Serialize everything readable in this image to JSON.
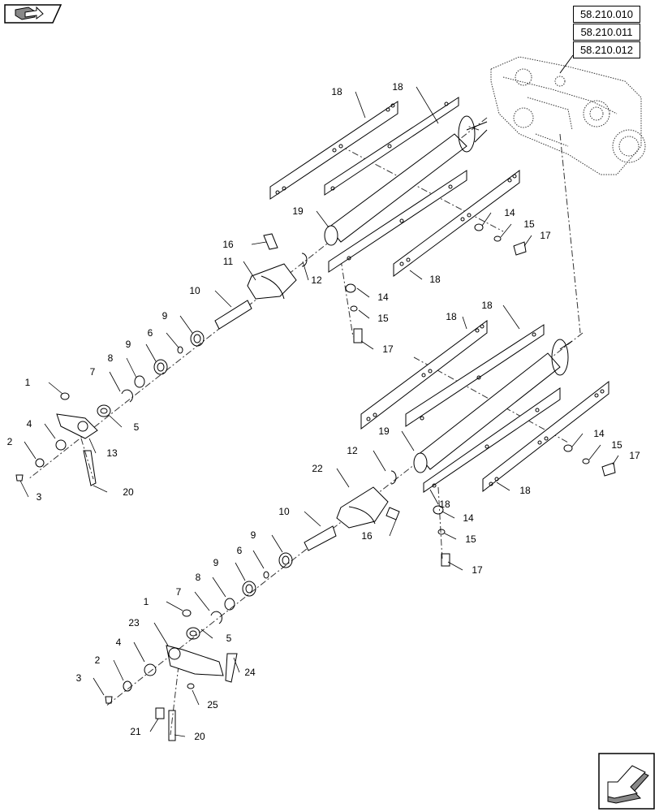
{
  "references": [
    "58.210.010",
    "58.210.011",
    "58.210.012"
  ],
  "callouts": [
    {
      "label": "18",
      "part": "blade"
    },
    {
      "label": "18",
      "part": "blade"
    },
    {
      "label": "19",
      "part": "shaft"
    },
    {
      "label": "16",
      "part": "pin"
    },
    {
      "label": "11",
      "part": "eccentric-hub"
    },
    {
      "label": "12",
      "part": "circlip"
    },
    {
      "label": "10",
      "part": "stub-shaft"
    },
    {
      "label": "9",
      "part": "bearing"
    },
    {
      "label": "6",
      "part": "circlip"
    },
    {
      "label": "9",
      "part": "bearing"
    },
    {
      "label": "8",
      "part": "circlip"
    },
    {
      "label": "7",
      "part": "circlip"
    },
    {
      "label": "1",
      "part": "nut"
    },
    {
      "label": "4",
      "part": "bushing"
    },
    {
      "label": "2",
      "part": "bushing"
    },
    {
      "label": "3",
      "part": "screw"
    },
    {
      "label": "5",
      "part": "seal"
    },
    {
      "label": "13",
      "part": "crank-arm"
    },
    {
      "label": "20",
      "part": "bolt"
    },
    {
      "label": "14",
      "part": "washer"
    },
    {
      "label": "15",
      "part": "lock-washer"
    },
    {
      "label": "17",
      "part": "bolt"
    },
    {
      "label": "18",
      "part": "blade"
    },
    {
      "label": "14",
      "part": "washer"
    },
    {
      "label": "15",
      "part": "lock-washer"
    },
    {
      "label": "17",
      "part": "bolt"
    },
    {
      "label": "18",
      "part": "blade"
    },
    {
      "label": "18",
      "part": "blade"
    },
    {
      "label": "19",
      "part": "shaft"
    },
    {
      "label": "12",
      "part": "circlip"
    },
    {
      "label": "22",
      "part": "eccentric-hub"
    },
    {
      "label": "10",
      "part": "stub-shaft"
    },
    {
      "label": "16",
      "part": "pin"
    },
    {
      "label": "9",
      "part": "bearing"
    },
    {
      "label": "6",
      "part": "circlip"
    },
    {
      "label": "9",
      "part": "bearing"
    },
    {
      "label": "8",
      "part": "circlip"
    },
    {
      "label": "7",
      "part": "circlip"
    },
    {
      "label": "1",
      "part": "nut"
    },
    {
      "label": "5",
      "part": "seal"
    },
    {
      "label": "23",
      "part": "crank-arm"
    },
    {
      "label": "4",
      "part": "bushing"
    },
    {
      "label": "2",
      "part": "bushing"
    },
    {
      "label": "3",
      "part": "screw"
    },
    {
      "label": "24",
      "part": "bolt"
    },
    {
      "label": "25",
      "part": "washer"
    },
    {
      "label": "21",
      "part": "nut"
    },
    {
      "label": "20",
      "part": "bolt"
    },
    {
      "label": "14",
      "part": "washer"
    },
    {
      "label": "15",
      "part": "lock-washer"
    },
    {
      "label": "17",
      "part": "bolt"
    },
    {
      "label": "18",
      "part": "blade"
    },
    {
      "label": "14",
      "part": "washer"
    },
    {
      "label": "15",
      "part": "lock-washer"
    },
    {
      "label": "17",
      "part": "bolt"
    },
    {
      "label": "18",
      "part": "blade"
    }
  ],
  "icons": {
    "prev": "book-arrow-icon",
    "next": "next-page-arrow-icon"
  }
}
